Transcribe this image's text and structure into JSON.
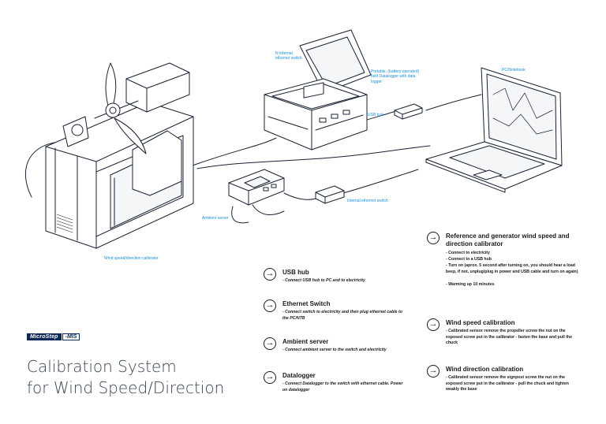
{
  "brand": {
    "logo_part1": "MicroStep",
    "logo_part2": "-MIS"
  },
  "title": {
    "line1": "Calibration System",
    "line2": "for Wind Speed/Direction"
  },
  "callouts": {
    "internal_ethernet_switch_small": "N Internal ethernet switch",
    "portable_case": "Portable, (battery operated) field Datalogger with data logger",
    "usb_hub": "USB hub",
    "pc_notebook": "PC/Notebook",
    "internal_ethernet_switch": "Internal ethernet switch",
    "ambient_server": "Ambient server",
    "wind_calibrator": "Wind speed/direction calibrator"
  },
  "steps": [
    {
      "title": "USB hub",
      "desc": "- Connect USB hub to PC and to electricity"
    },
    {
      "title": "Ethernet Switch",
      "desc": "- Connect switch to electricity and then plug ethernet cable to the PC/NTB"
    },
    {
      "title": "Ambient server",
      "desc": "- Connect ambient server to the switch and electricity"
    },
    {
      "title": "Datalogger",
      "desc": "- Connect Datalogger to the switch with ethernet cable. Power on datalogger"
    }
  ],
  "right_steps": {
    "reference": {
      "title": "Reference and generator wind speed and direction calibrator",
      "bullets": [
        "- Connect to electricity",
        "- Connect to a USB hub",
        "- Turn on (aprox. 5 second after turning on, you should hear a load beep, if not, unplug/plug in power and USB cable and turn on again)",
        "- Warming up 10 minutes"
      ]
    },
    "speed": {
      "title": "Wind speed calibration",
      "desc": "- Calibrated sensor remove the propeller screw the nut on the exposed screw put in the calibrator - fasten the base and pull the chuck"
    },
    "direction": {
      "title": "Wind direction calibration",
      "desc": "- Calibrated sensor remove the signpost screw the nut on the exposed screw put in the calibrator - pull the chuck and tighten weakly the base"
    }
  },
  "colors": {
    "accent": "#1a8fd6",
    "navy": "#0d2a57",
    "line": "#1a2233"
  }
}
